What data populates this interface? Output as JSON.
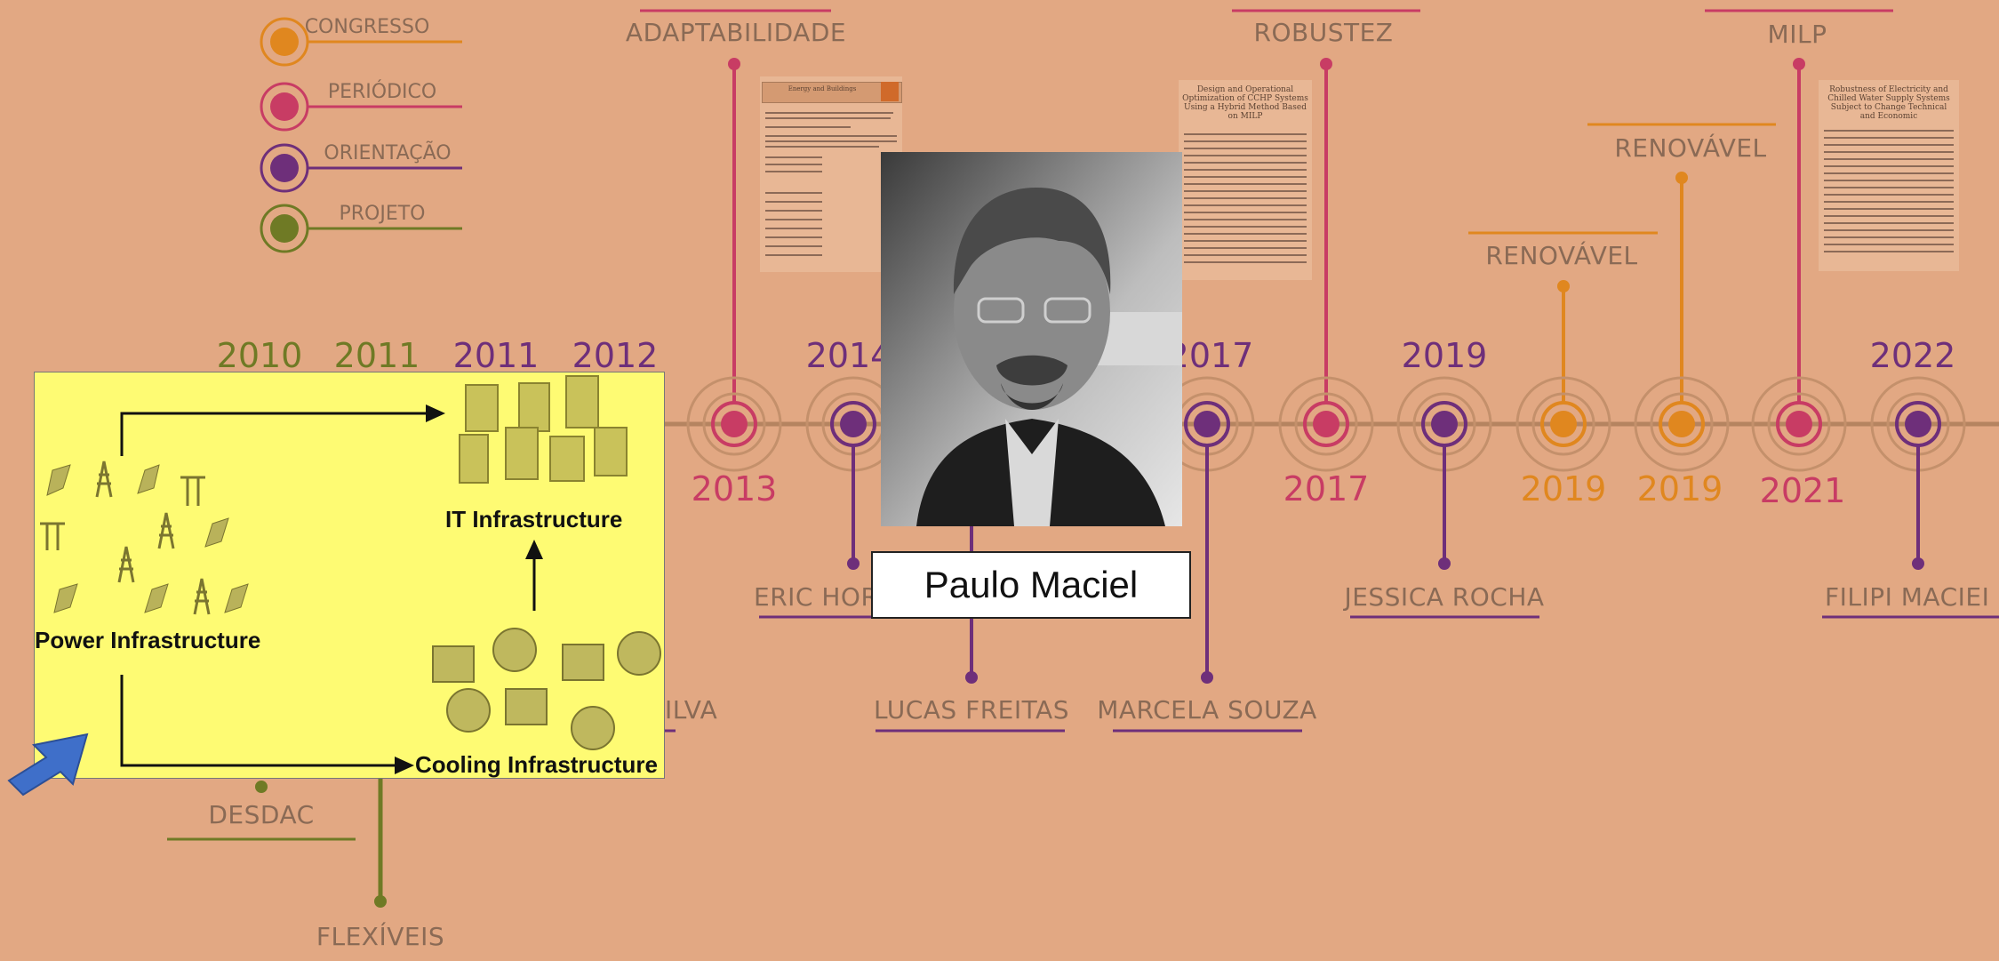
{
  "legend": {
    "items": [
      {
        "label": "CONGRESSO",
        "color": "#e0871f"
      },
      {
        "label": "PERIÓDICO",
        "color": "#c83c64"
      },
      {
        "label": "ORIENTAÇÃO",
        "color": "#6e2f7a"
      },
      {
        "label": "PROJETO",
        "color": "#6f7a25"
      }
    ]
  },
  "timeline": {
    "line_color": "#b58460",
    "events": [
      {
        "year": "2013",
        "type": "PERIÓDICO",
        "label": "ADAPTABILIDADE",
        "color": "#c83c64"
      },
      {
        "year": "2014",
        "type": "ORIENTAÇÃO",
        "label": "ERIC HOR",
        "color": "#6e2f7a"
      },
      {
        "year": "2017",
        "type": "ORIENTAÇÃO",
        "label": "MARCELA SOUZA",
        "color": "#6e2f7a"
      },
      {
        "year": "2017",
        "type": "PERIÓDICO",
        "label": "ROBUSTEZ",
        "color": "#c83c64"
      },
      {
        "year": "2019",
        "type": "ORIENTAÇÃO",
        "label": "JESSICA ROCHA",
        "color": "#6e2f7a"
      },
      {
        "year": "2019",
        "type": "CONGRESSO",
        "label": "RENOVÁVEL",
        "color": "#e0871f"
      },
      {
        "year": "2019",
        "type": "CONGRESSO",
        "label": "RENOVÁVEL",
        "color": "#e0871f"
      },
      {
        "year": "2021",
        "type": "PERIÓDICO",
        "label": "MILP",
        "color": "#c83c64"
      },
      {
        "year": "2022",
        "type": "ORIENTAÇÃO",
        "label": "FILIPI MACIEI",
        "color": "#6e2f7a"
      }
    ],
    "partial_years": [
      "2010",
      "2011",
      "2011",
      "2012"
    ],
    "lower_labels": {
      "desdac": "DESDAC",
      "flexiveis": "FLEXÍVEIS",
      "silva": "ILVA",
      "lucas": "LUCAS FREITAS"
    }
  },
  "photo": {
    "name": "Paulo Maciel"
  },
  "diagram": {
    "it_label": "IT Infrastructure",
    "power_label": "Power Infrastructure",
    "cooling_label": "Cooling Infrastructure"
  },
  "papers": {
    "p1_title": "Energy and Buildings",
    "p2_title": "Design and Operational Optimization of CCHP Systems Using a Hybrid Method Based on MILP",
    "p3_title": "Robustness of Electricity and Chilled Water Supply Systems Subject to Change Technical and Economic"
  }
}
